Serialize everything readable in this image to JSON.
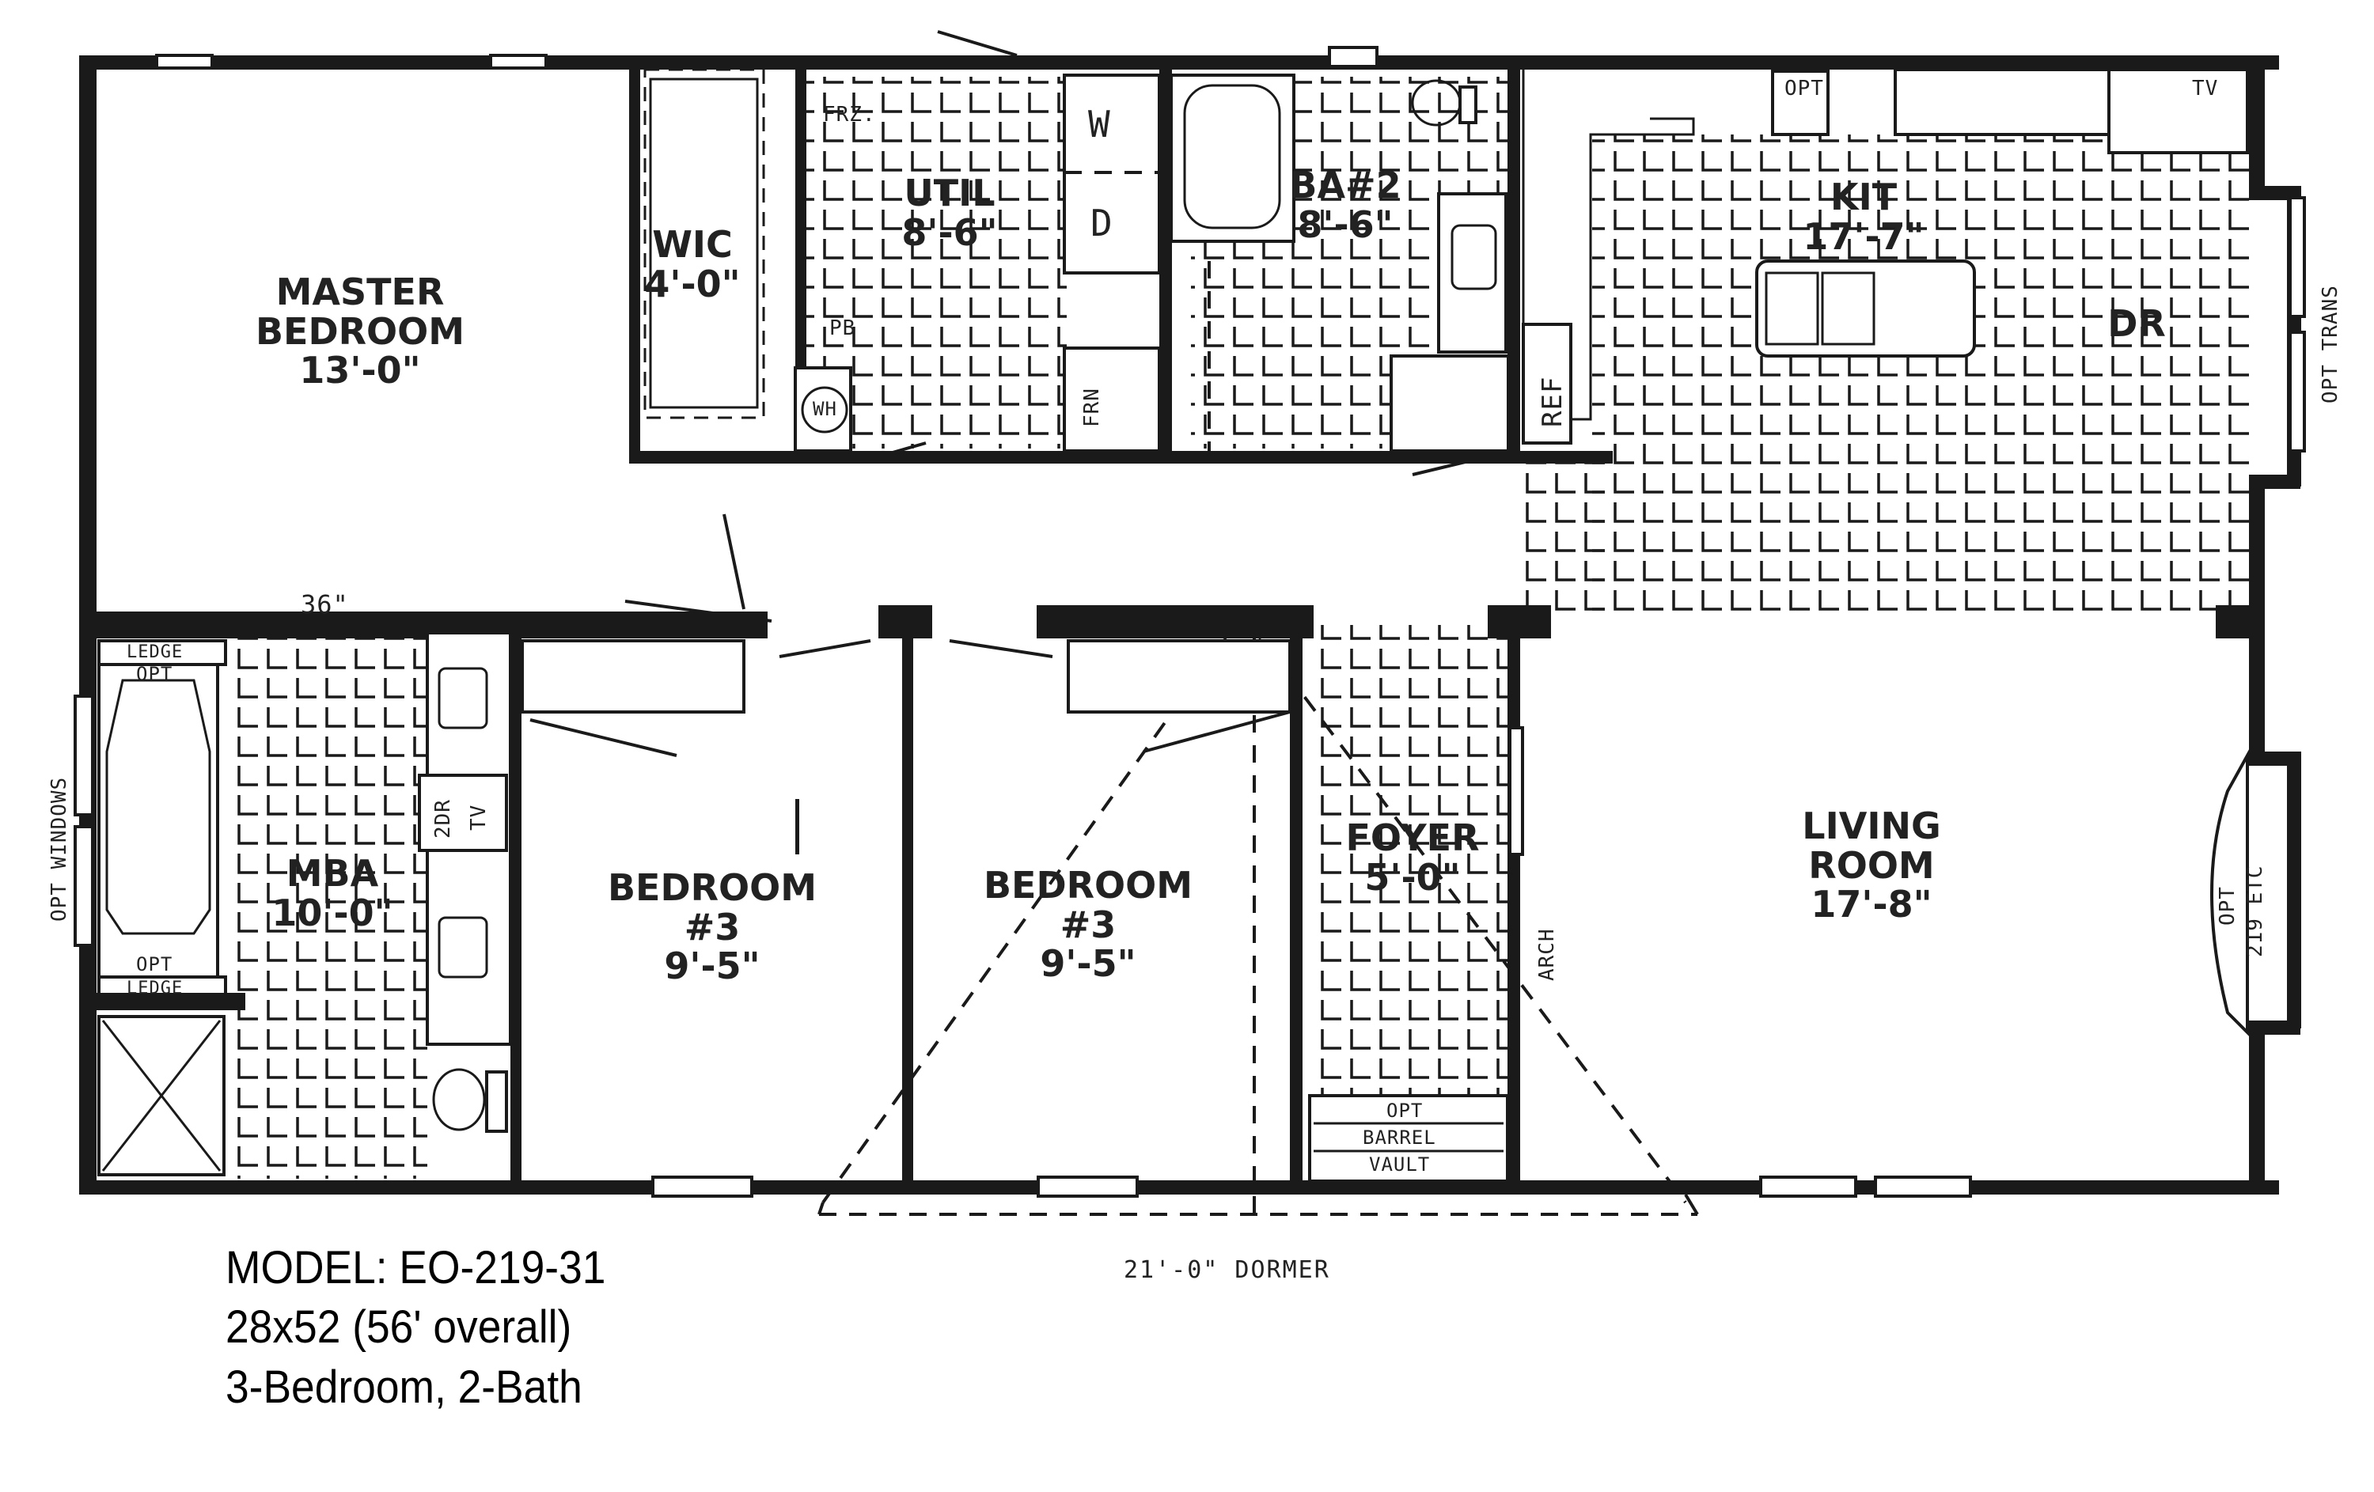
{
  "plan": {
    "rooms": [
      {
        "id": "master-bedroom",
        "name": "MASTER\nBEDROOM",
        "lines": [
          "MASTER",
          "BEDROOM"
        ],
        "size": "13'-0\""
      },
      {
        "id": "wic",
        "lines": [
          "WIC"
        ],
        "size": "4'-0\""
      },
      {
        "id": "util",
        "lines": [
          "UTIL"
        ],
        "size": "8'-6\""
      },
      {
        "id": "ba2",
        "lines": [
          "BA#2"
        ],
        "size": "8'-6\""
      },
      {
        "id": "kit",
        "lines": [
          "KIT"
        ],
        "size": "17'-7\""
      },
      {
        "id": "dr",
        "lines": [
          "DR"
        ],
        "size": ""
      },
      {
        "id": "mba",
        "lines": [
          "MBA"
        ],
        "size": "10'-0\""
      },
      {
        "id": "bedroom-3a",
        "lines": [
          "BEDROOM",
          "#3"
        ],
        "size": "9'-5\""
      },
      {
        "id": "bedroom-3b",
        "lines": [
          "BEDROOM",
          "#3"
        ],
        "size": "9'-5\""
      },
      {
        "id": "foyer",
        "lines": [
          "FOYER"
        ],
        "size": "5'-0\""
      },
      {
        "id": "living-room",
        "lines": [
          "LIVING",
          "ROOM"
        ],
        "size": "17'-8\""
      }
    ],
    "fixtures": {
      "frz": "FRZ.",
      "washer": "W",
      "dryer": "D",
      "pb": "PB",
      "wh": "WH",
      "frn": "FRN",
      "ref": "REF",
      "kit_opt": "OPT",
      "tv": "TV",
      "opt_trans": "OPT TRANS",
      "mba_door_width": "36\"",
      "ledge_top": "LEDGE",
      "opt_top": "OPT",
      "opt_bottom": "OPT",
      "ledge_bottom": "LEDGE",
      "opt_windows": "OPT WINDOWS",
      "tv_2dr": "2DR",
      "tv_2dr_b": "TV",
      "arch": "ARCH",
      "barrel_opt": "OPT",
      "barrel": "BARREL",
      "vault": "VAULT",
      "bay_opt": "OPT",
      "bay_etc": "219 ETC"
    },
    "dormer_label": "21'-0\" DORMER"
  },
  "caption": {
    "model": "MODEL: EO-219-31",
    "dimensions": "28x52 (56' overall)",
    "beds_baths": "3-Bedroom, 2-Bath"
  }
}
